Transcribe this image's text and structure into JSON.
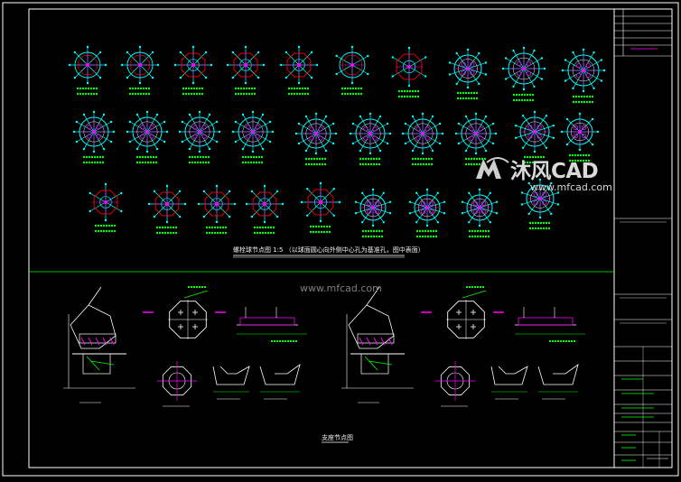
{
  "drawing": {
    "section_title_top": "螺栓球节点图 1:5 （以球面圆心向外侧中心孔为基准孔，图中表面）",
    "section_title_bottom": "支座节点图",
    "watermark": {
      "brand": "沐风CAD",
      "url": "www.mfcad.com"
    },
    "center_watermark": "www.mfcad.com",
    "colors": {
      "background": "#000000",
      "frame": "#ffffff",
      "node_ring": "#00ffff",
      "node_polygon": "#ff0000",
      "node_center": "#ff00ff",
      "label": "#00ff00",
      "detail_lines": "#ffffff",
      "detail_accent": "#ff00ff",
      "dimension": "#00ff00"
    }
  }
}
